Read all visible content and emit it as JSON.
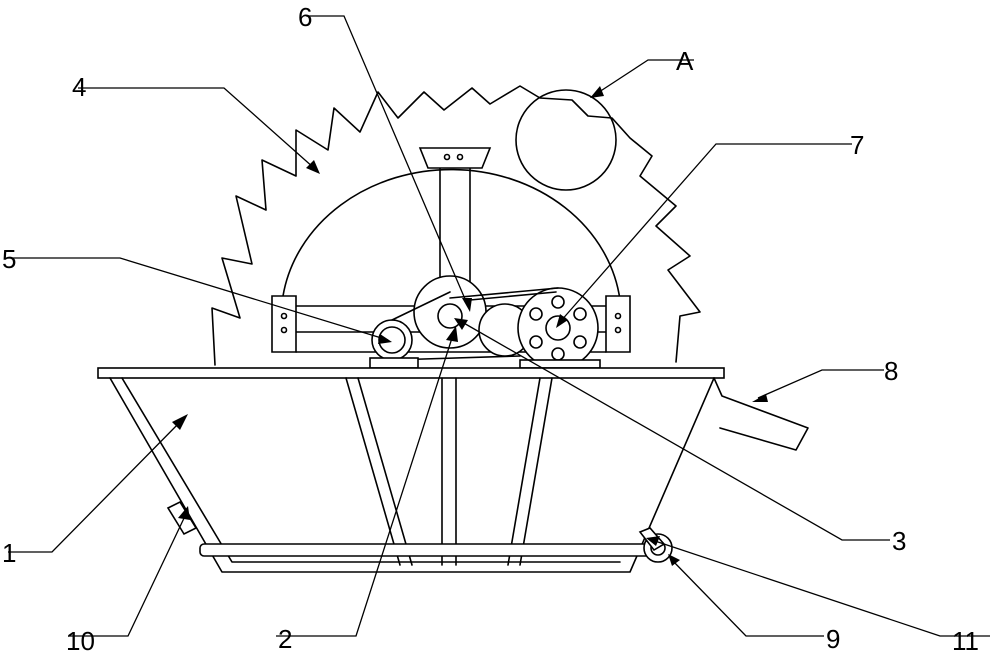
{
  "labels": {
    "l1": "1",
    "l2": "2",
    "l3": "3",
    "l4": "4",
    "l5": "5",
    "l6": "6",
    "l7": "7",
    "l8": "8",
    "l9": "9",
    "l10": "10",
    "l11": "11",
    "lA": "A"
  }
}
